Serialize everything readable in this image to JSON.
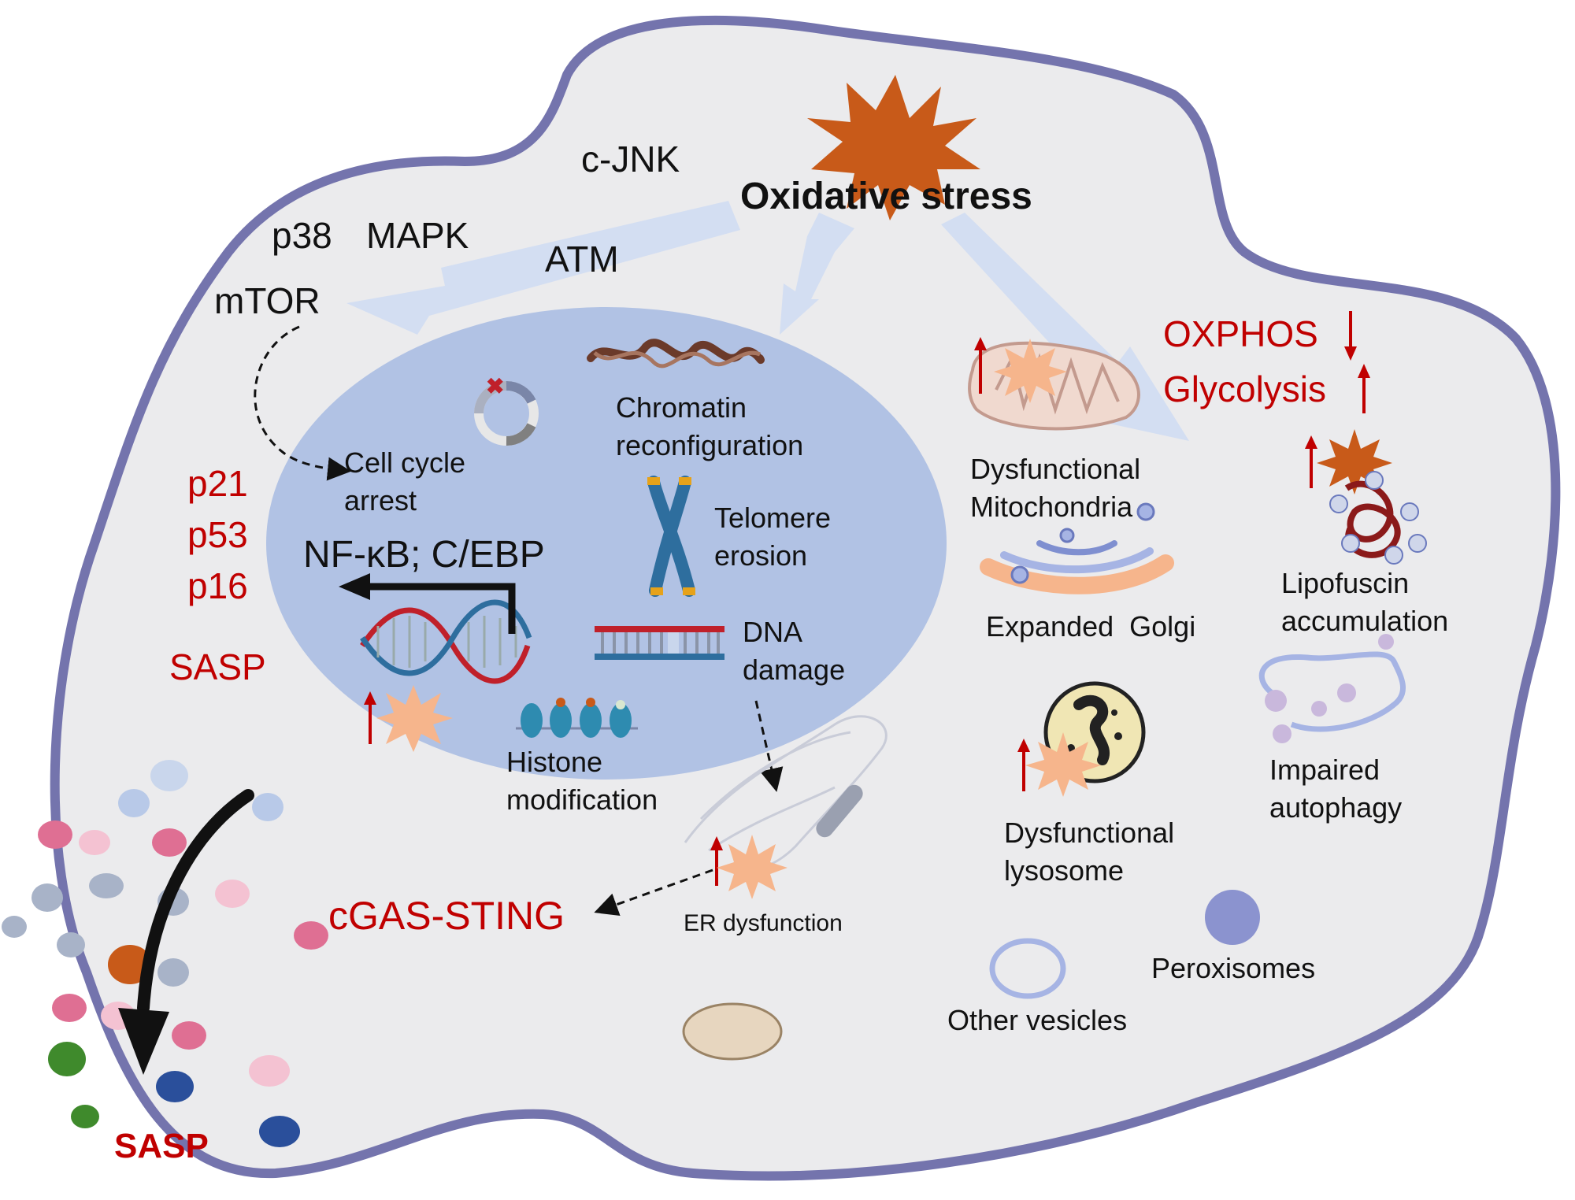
{
  "colors": {
    "cell_fill": "#ebebed",
    "cell_border": "#7474ad",
    "nucleus": "#b1c2e4",
    "arrow_light": "#d3def2",
    "red_text": "#c00000",
    "star_orange": "#c85a19",
    "star_peach": "#f6b58c"
  },
  "labels": {
    "oxidative_stress": "Oxidative stress",
    "c_jnk": "c-JNK",
    "p38": "p38",
    "mapk": "MAPK",
    "atm": "ATM",
    "mtor": "mTOR",
    "cell_cycle_1": "Cell cycle",
    "cell_cycle_2": "arrest",
    "chromatin_1": "Chromatin",
    "chromatin_2": "reconfiguration",
    "telomere_1": "Telomere",
    "telomere_2": "erosion",
    "nfkb": "NF-κB; C/EBP",
    "dna_1": "DNA",
    "dna_2": "damage",
    "histone_1": "Histone",
    "histone_2": "modification",
    "p21": "p21",
    "p53": "p53",
    "p16": "p16",
    "sasp_inner": "SASP",
    "cgas": "cGAS-STING",
    "er": "ER dysfunction",
    "oxphos": "OXPHOS",
    "glycolysis": "Glycolysis",
    "mito_1": "Dysfunctional",
    "mito_2": "Mitochondria",
    "golgi": "Expanded  Golgi",
    "lipo_1": "Lipofuscin",
    "lipo_2": "accumulation",
    "auto_1": "Impaired",
    "auto_2": "autophagy",
    "lyso_1": "Dysfunctional",
    "lyso_2": "lysosome",
    "perox": "Peroxisomes",
    "vesicles": "Other vesicles",
    "sasp_outer": "SASP"
  }
}
